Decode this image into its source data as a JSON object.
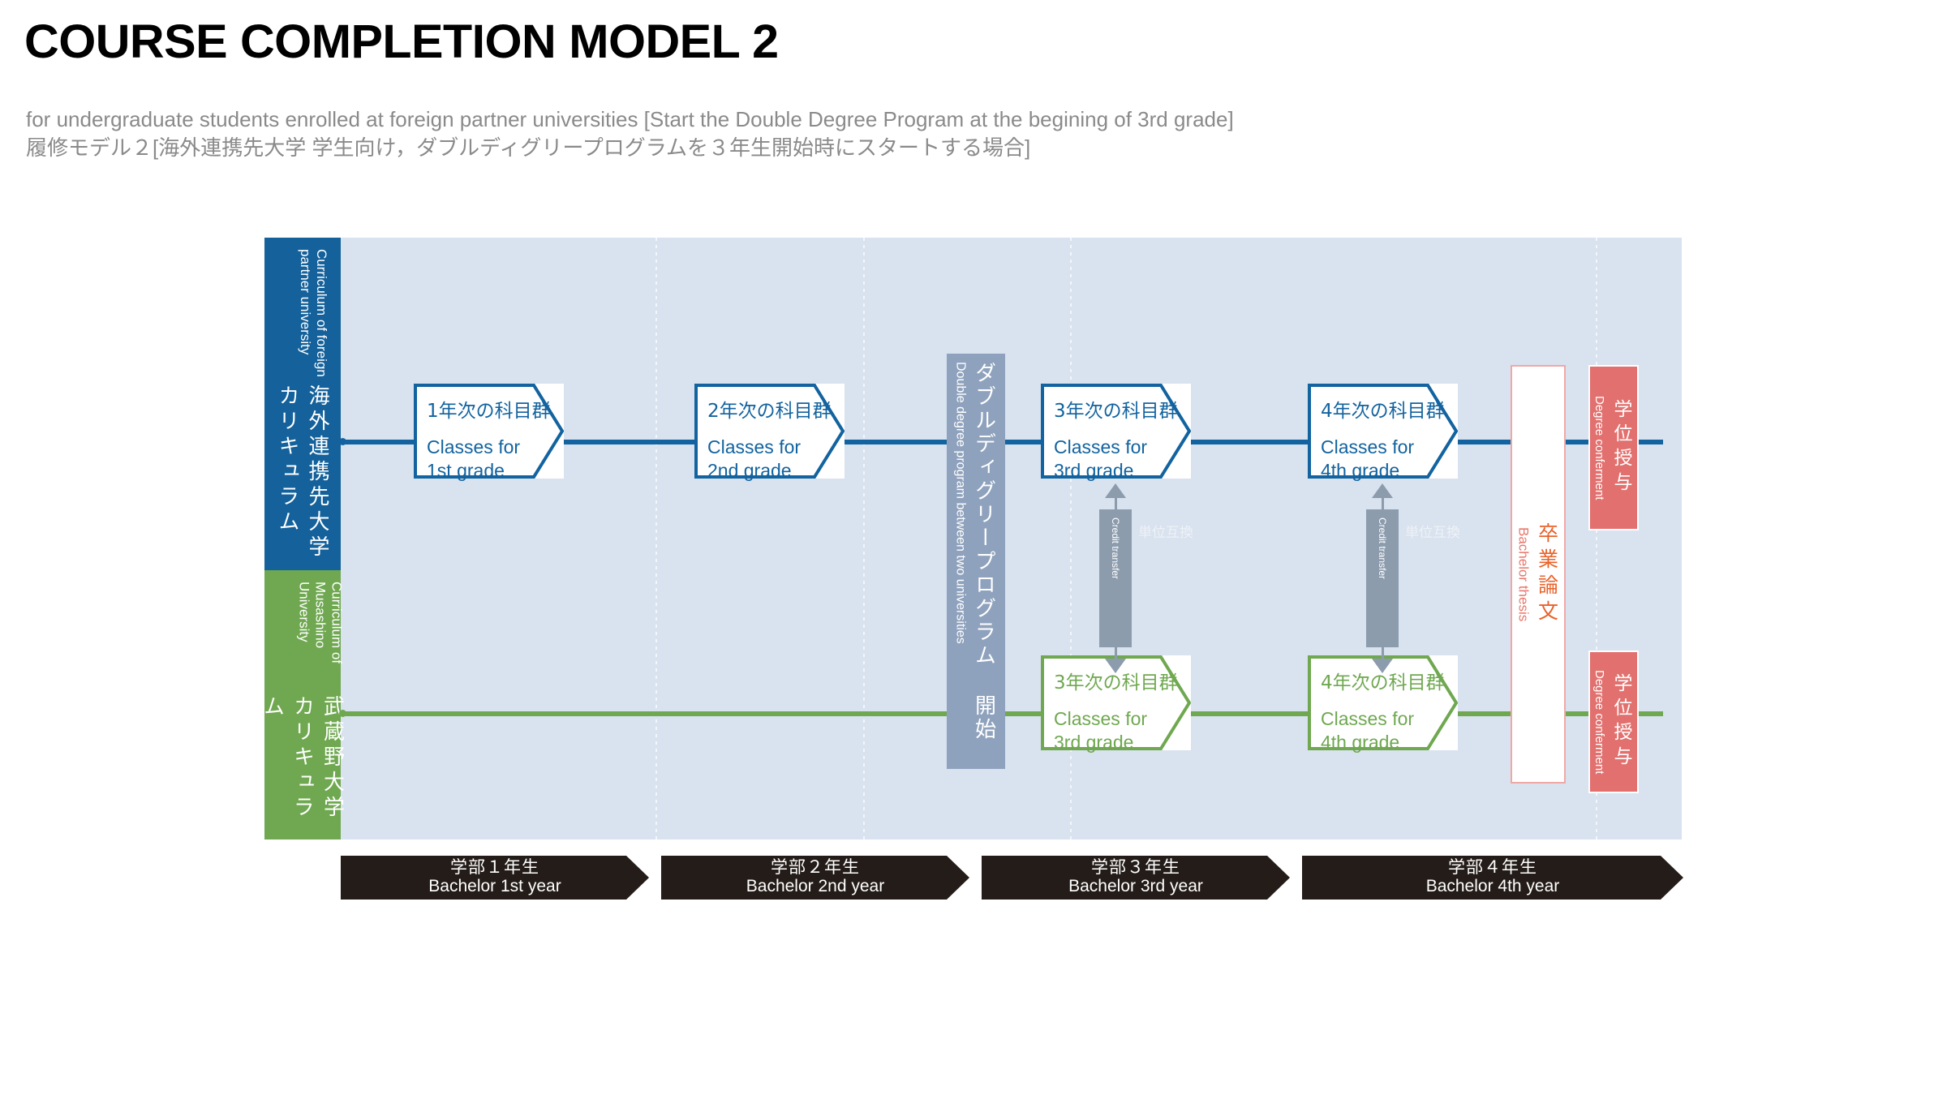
{
  "header": {
    "title": "COURSE COMPLETION MODEL 2",
    "subtitle_en": "for undergraduate students enrolled at foreign partner universities [Start the Double Degree Program at the begining of 3rd grade]",
    "subtitle_jp": "履修モデル２[海外連携先大学 学生向け，ダブルディグリープログラムを３年生開始時にスタートする場合]"
  },
  "colors": {
    "foreign_blue": "#14619b",
    "musashino_green": "#6fa850",
    "canvas_bg": "#d9e2ef",
    "double_degree_bar": "#8fa2bd",
    "credit_transfer_grey": "#8c9cad",
    "degree_red": "#e2706e",
    "thesis_orange": "#e8622a",
    "year_banner": "#241c18"
  },
  "bands": {
    "foreign": {
      "jp": "海外連携先大学カリキュラム",
      "en": "Curriculum of foreign partner university"
    },
    "musashino": {
      "jp": "武蔵野大学カリキュラム",
      "en": "Curriculum of Musashino University"
    }
  },
  "double_degree": {
    "jp": "ダブルディグリープログラム 開始",
    "en": "Double degree program between two universities"
  },
  "top_track": [
    {
      "jp": "1年次の科目群",
      "en_line1": "Classes for",
      "en_line2": "1st grade"
    },
    {
      "jp": "2年次の科目群",
      "en_line1": "Classes for",
      "en_line2": "2nd grade"
    },
    {
      "jp": "3年次の科目群",
      "en_line1": "Classes for",
      "en_line2": "3rd grade"
    },
    {
      "jp": "4年次の科目群",
      "en_line1": "Classes for",
      "en_line2": "4th grade"
    }
  ],
  "bottom_track": [
    {
      "jp": "3年次の科目群",
      "en_line1": "Classes for",
      "en_line2": "3rd grade"
    },
    {
      "jp": "4年次の科目群",
      "en_line1": "Classes for",
      "en_line2": "4th grade"
    }
  ],
  "credit_transfers": [
    {
      "jp": "単位互換",
      "en": "Credit transfer"
    },
    {
      "jp": "単位互換",
      "en": "Credit transfer"
    }
  ],
  "thesis": {
    "jp": "卒業論文",
    "en": "Bachelor thesis"
  },
  "degree_conferment": [
    {
      "jp": "学位授与",
      "en": "Degree conferment"
    },
    {
      "jp": "学位授与",
      "en": "Degree conferment"
    }
  ],
  "year_banner": [
    {
      "jp": "学部１年生",
      "en": "Bachelor 1st year"
    },
    {
      "jp": "学部２年生",
      "en": "Bachelor 2nd year"
    },
    {
      "jp": "学部３年生",
      "en": "Bachelor 3rd year"
    },
    {
      "jp": "学部４年生",
      "en": "Bachelor 4th year"
    }
  ]
}
